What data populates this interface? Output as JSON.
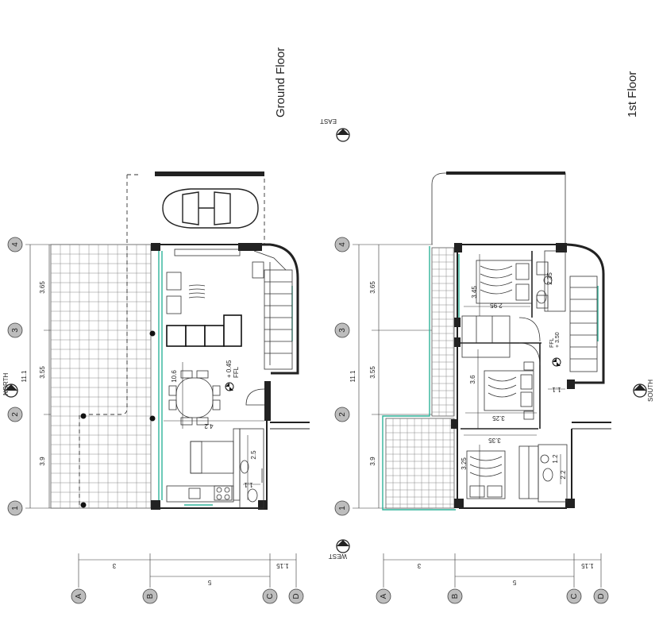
{
  "titles": {
    "ground": "Ground Floor",
    "first": "1st Floor"
  },
  "compass": {
    "east": "EAST",
    "west": "WEST",
    "north": "NORTH",
    "south": "SOUTH"
  },
  "grid_rows": [
    "4",
    "3",
    "2",
    "1"
  ],
  "grid_cols": [
    "A",
    "B",
    "C",
    "D"
  ],
  "ground": {
    "row_dims": [
      "3.65",
      "3.55",
      "3.9"
    ],
    "total": "11.1",
    "col_dims": [
      "3",
      "5",
      "1.15"
    ],
    "level": "+ 0.45",
    "level_tag": "FFL",
    "room_dims": {
      "d1": "10.6",
      "d2": "4.2",
      "d3": "2.5",
      "d4": "1.1"
    }
  },
  "first": {
    "row_dims": [
      "3.65",
      "3.55",
      "3.9"
    ],
    "total": "11.1",
    "col_dims": [
      "3",
      "5",
      "1.15"
    ],
    "level": "+ 3.50",
    "level_tag": "FFL",
    "room_dims": {
      "r1": "3.45",
      "r2": "2.95",
      "r3": "2.35",
      "r4": "3.6",
      "r5": "3.25",
      "r6": "1.1",
      "r7": "3.35",
      "r8": "3.25",
      "r9": "2.2",
      "r10": "1.2"
    }
  }
}
